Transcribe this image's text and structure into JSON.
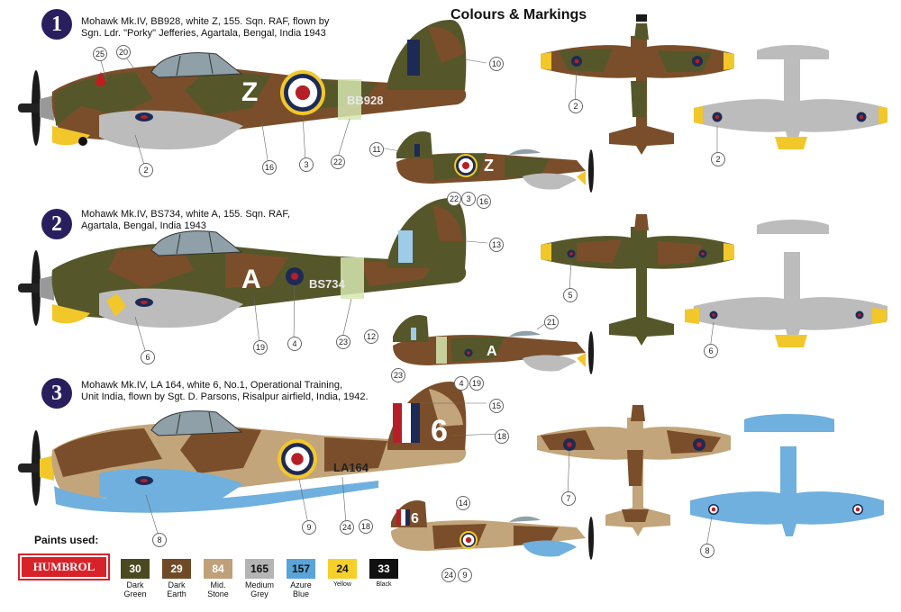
{
  "title": "Colours & Markings",
  "variants": [
    {
      "number": "1",
      "caption_line1": "Mohawk Mk.IV, BB928, white Z, 155. Sqn. RAF, flown by",
      "caption_line2": "Sgn. Ldr. \"Porky\" Jefferies, Agartala, Bengal, India 1943",
      "code_letter": "Z",
      "serial": "BB928"
    },
    {
      "number": "2",
      "caption_line1": "Mohawk Mk.IV, BS734, white A, 155. Sqn. RAF,",
      "caption_line2": "Agartala, Bengal, India 1943",
      "code_letter": "A",
      "serial": "BS734"
    },
    {
      "number": "3",
      "caption_line1": "Mohawk Mk.IV, LA 164, white 6, No.1, Operational Training,",
      "caption_line2": "Unit India, flown by Sgt. D. Parsons, Risalpur airfield, India, 1942.",
      "code_letter": "6",
      "serial": "LA164"
    }
  ],
  "callouts": {
    "c25": "25",
    "c20": "20",
    "c10": "10",
    "c2a": "2",
    "c16a": "16",
    "c3a": "3",
    "c22a": "22",
    "c11": "11",
    "c22b": "22",
    "c3b": "3",
    "c16b": "16",
    "c2b": "2",
    "c2c": "2",
    "c13": "13",
    "c6a": "6",
    "c19a": "19",
    "c4a": "4",
    "c23a": "23",
    "c21": "21",
    "c12": "12",
    "c23b": "23",
    "c4b": "4",
    "c19b": "19",
    "c5": "5",
    "c6b": "6",
    "c15": "15",
    "c18a": "18",
    "c8a": "8",
    "c9a": "9",
    "c24a": "24",
    "c14": "14",
    "c18b": "18",
    "c24b": "24",
    "c9b": "9",
    "c7": "7",
    "c8b": "8"
  },
  "paints": {
    "label": "Paints used:",
    "brand": "HUMBROL",
    "swatches": [
      {
        "code": "30",
        "name1": "Dark",
        "name2": "Green",
        "color": "#4a4a22",
        "text_color": "#ffffff"
      },
      {
        "code": "29",
        "name1": "Dark",
        "name2": "Earth",
        "color": "#6e4a26",
        "text_color": "#ffffff"
      },
      {
        "code": "84",
        "name1": "Mid.",
        "name2": "Stone",
        "color": "#bfa07a",
        "text_color": "#ffffff"
      },
      {
        "code": "165",
        "name1": "Medium",
        "name2": "Grey",
        "color": "#b4b4b4",
        "text_color": "#111111"
      },
      {
        "code": "157",
        "name1": "Azure",
        "name2": "Blue",
        "color": "#5aa4d8",
        "text_color": "#111111"
      },
      {
        "code": "24",
        "name1": "Yellow",
        "name2": "",
        "color": "#f5d02a",
        "text_color": "#111111"
      },
      {
        "code": "33",
        "name1": "Black",
        "name2": "",
        "color": "#111111",
        "text_color": "#ffffff"
      }
    ]
  },
  "colors": {
    "dark_green": "#55572a",
    "dark_earth": "#7a4e2a",
    "mid_stone": "#c2a57a",
    "medium_grey": "#bcbcbc",
    "azure_blue": "#6fb0de",
    "yellow": "#f2c72a",
    "roundel_blue": "#1d2a55",
    "roundel_red": "#b52028",
    "badge": "#2a1f5e"
  }
}
